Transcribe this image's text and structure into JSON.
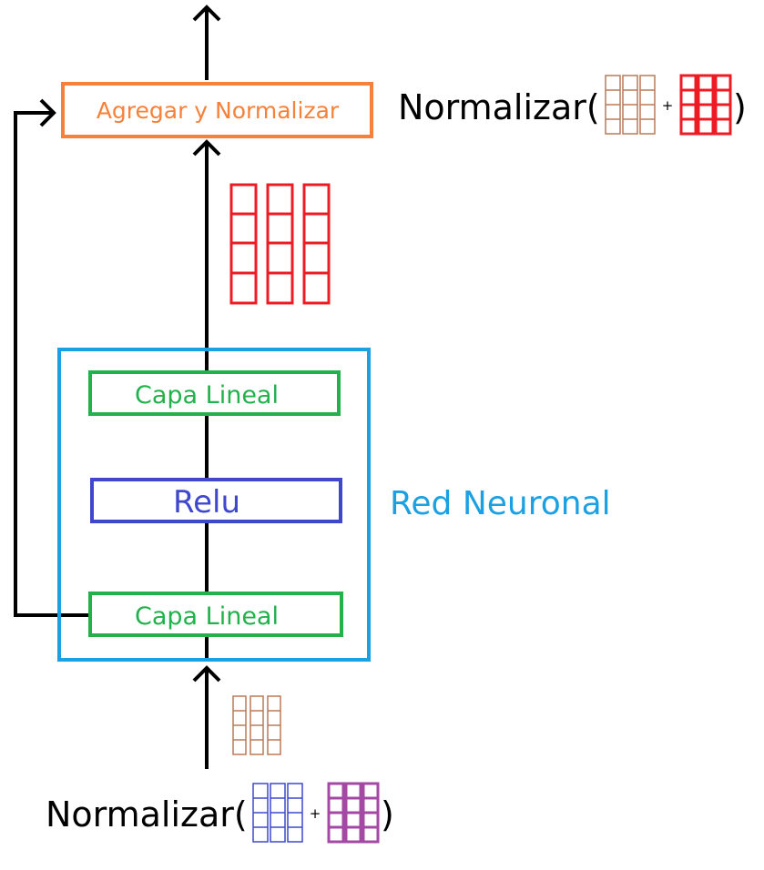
{
  "top_block": {
    "label": "Agregar y Normalizar",
    "color": "#f5813a"
  },
  "network": {
    "label": "Red Neuronal",
    "color": "#1ba1e2",
    "layers": [
      {
        "label": "Capa Lineal",
        "color": "#22b14c"
      },
      {
        "label": "Relu",
        "color": "#3f48cc"
      },
      {
        "label": "Capa Lineal",
        "color": "#22b14c"
      }
    ]
  },
  "input_formula": {
    "prefix": "Normalizar(",
    "operator": "+",
    "suffix": ")",
    "matrix_colors": [
      "#3f48cc",
      "#a349a4"
    ]
  },
  "output_formula": {
    "prefix": "Normalizar(",
    "operator": "+",
    "suffix": ")",
    "matrix_colors": [
      "#b97a57",
      "#ed1c24"
    ]
  },
  "colors": {
    "arrow": "#000000",
    "ffn_output_matrix": "#ed1c24",
    "ffn_input_matrix": "#b97a57"
  }
}
